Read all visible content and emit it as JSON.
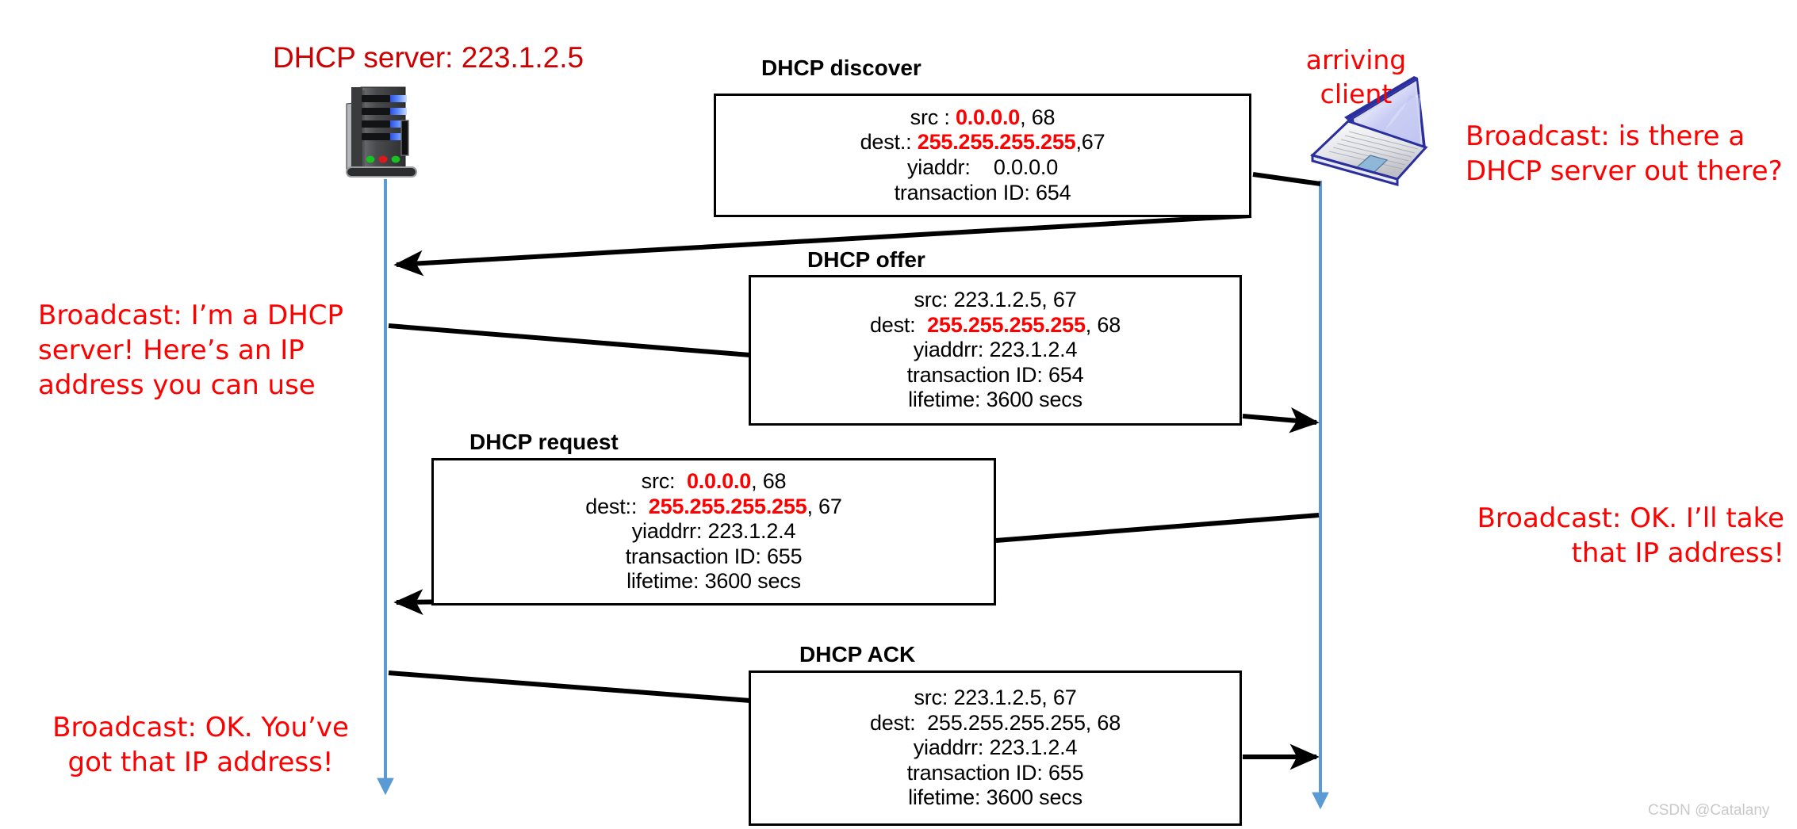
{
  "diagram": {
    "title": "DHCP client-server scenario",
    "colors": {
      "red": "#ff0000",
      "dark_red": "#cc0000",
      "black": "#000000",
      "timeline_blue": "#5b9bd5",
      "laptop_blue": "#2b2f9e",
      "watermark_gray": "#c9c9c9"
    }
  },
  "endpoints": {
    "server": {
      "caption": "DHCP server: 223.1.2.5",
      "icon": "server-tower-icon"
    },
    "client": {
      "caption_line1": "arriving",
      "caption_line2": "client",
      "caption": "arriving\nclient",
      "icon": "laptop-icon"
    }
  },
  "annotations": [
    {
      "id": "client-discover-note",
      "text": "Broadcast: is there a\nDHCP server out there?",
      "align": "left"
    },
    {
      "id": "server-offer-note",
      "text": "Broadcast: I’m a DHCP\nserver! Here’s an IP\naddress you can use",
      "align": "left"
    },
    {
      "id": "client-request-note",
      "text": "Broadcast: OK.  I’ll take\nthat IP address!",
      "align": "right"
    },
    {
      "id": "server-ack-note",
      "text": "Broadcast: OK.  You’ve\ngot that IP address!",
      "align": "center"
    }
  ],
  "messages": [
    {
      "id": "dhcp-discover",
      "title": "DHCP discover",
      "direction": "client-to-server",
      "fields": [
        {
          "label": "src ",
          "sep": ": ",
          "value": "0.0.0.0",
          "value_red": true,
          "tail": ", 68"
        },
        {
          "label": "dest.: ",
          "sep": "",
          "value": "255.255.255.255",
          "value_red": true,
          "tail": ",67"
        },
        {
          "label": "yiaddr:    ",
          "sep": "",
          "value": "0.0.0.0",
          "value_red": false,
          "tail": ""
        },
        {
          "label": "transaction ID: ",
          "sep": "",
          "value": "654",
          "value_red": false,
          "tail": ""
        }
      ]
    },
    {
      "id": "dhcp-offer",
      "title": "DHCP offer",
      "direction": "server-to-client",
      "fields": [
        {
          "label": "src: ",
          "sep": "",
          "value": "223.1.2.5",
          "value_red": false,
          "tail": ", 67"
        },
        {
          "label": "dest:  ",
          "sep": "",
          "value": "255.255.255.255",
          "value_red": true,
          "tail": ", 68"
        },
        {
          "label": "yiaddrr: ",
          "sep": "",
          "value": "223.1.2.4",
          "value_red": false,
          "tail": ""
        },
        {
          "label": "transaction ID: ",
          "sep": "",
          "value": "654",
          "value_red": false,
          "tail": ""
        },
        {
          "label": "lifetime: ",
          "sep": "",
          "value": "3600 secs",
          "value_red": false,
          "tail": ""
        }
      ]
    },
    {
      "id": "dhcp-request",
      "title": "DHCP request",
      "direction": "client-to-server",
      "fields": [
        {
          "label": "src:  ",
          "sep": "",
          "value": "0.0.0.0",
          "value_red": true,
          "tail": ", 68"
        },
        {
          "label": "dest::  ",
          "sep": "",
          "value": "255.255.255.255",
          "value_red": true,
          "tail": ", 67"
        },
        {
          "label": "yiaddrr: ",
          "sep": "",
          "value": "223.1.2.4",
          "value_red": false,
          "tail": ""
        },
        {
          "label": "transaction ID: ",
          "sep": "",
          "value": "655",
          "value_red": false,
          "tail": ""
        },
        {
          "label": "lifetime: ",
          "sep": "",
          "value": "3600 secs",
          "value_red": false,
          "tail": ""
        }
      ]
    },
    {
      "id": "dhcp-ack",
      "title": "DHCP ACK",
      "direction": "server-to-client",
      "fields": [
        {
          "label": "src: ",
          "sep": "",
          "value": "223.1.2.5",
          "value_red": false,
          "tail": ", 67"
        },
        {
          "label": "dest:  ",
          "sep": "",
          "value": "255.255.255.255",
          "value_red": false,
          "tail": ", 68"
        },
        {
          "label": "yiaddrr: ",
          "sep": "",
          "value": "223.1.2.4",
          "value_red": false,
          "tail": ""
        },
        {
          "label": "transaction ID: ",
          "sep": "",
          "value": "655",
          "value_red": false,
          "tail": ""
        },
        {
          "label": "lifetime: ",
          "sep": "",
          "value": "3600 secs",
          "value_red": false,
          "tail": ""
        }
      ]
    }
  ],
  "watermark": "CSDN @Catalany"
}
